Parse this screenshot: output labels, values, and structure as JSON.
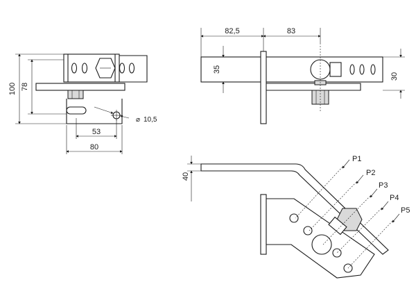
{
  "front_view": {
    "dims": {
      "height_total": "100",
      "height_inner": "78",
      "width_slot": "53",
      "width_total": "80",
      "hole_dia": "10,5"
    }
  },
  "top_view": {
    "dims": {
      "left_length": "82,5",
      "right_length": "83",
      "bar_height": "35",
      "right_height": "30"
    }
  },
  "side_view": {
    "dims": {
      "height": "40"
    },
    "positions": [
      "P1",
      "P2",
      "P3",
      "P4",
      "P5"
    ]
  }
}
